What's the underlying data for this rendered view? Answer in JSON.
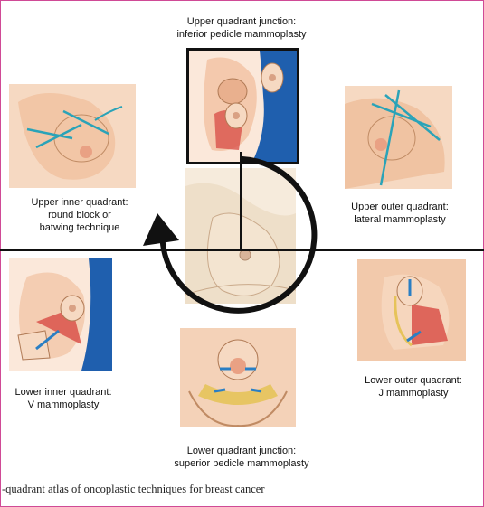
{
  "labels": {
    "upper_junction": [
      "Upper quadrant junction:",
      "inferior pedicle mammoplasty"
    ],
    "upper_inner": [
      "Upper inner quadrant:",
      "round block or",
      "batwing technique"
    ],
    "upper_outer": [
      "Upper outer quadrant:",
      "lateral mammoplasty"
    ],
    "lower_inner": [
      "Lower inner quadrant:",
      "V mammoplasty"
    ],
    "lower_outer": [
      "Lower outer quadrant:",
      "J mammoplasty"
    ],
    "lower_junction": [
      "Lower quadrant junction:",
      "superior pedicle mammoplasty"
    ]
  },
  "caption": "-quadrant atlas of oncoplastic techniques for breast cancer",
  "colors": {
    "frame": "#d04a96",
    "skin": "#f6d9c2",
    "skin_dark": "#e9b08e",
    "blue": "#1f5fae",
    "teal": "#2aa3b8",
    "resection": "#d9524a",
    "ink": "#111111"
  }
}
